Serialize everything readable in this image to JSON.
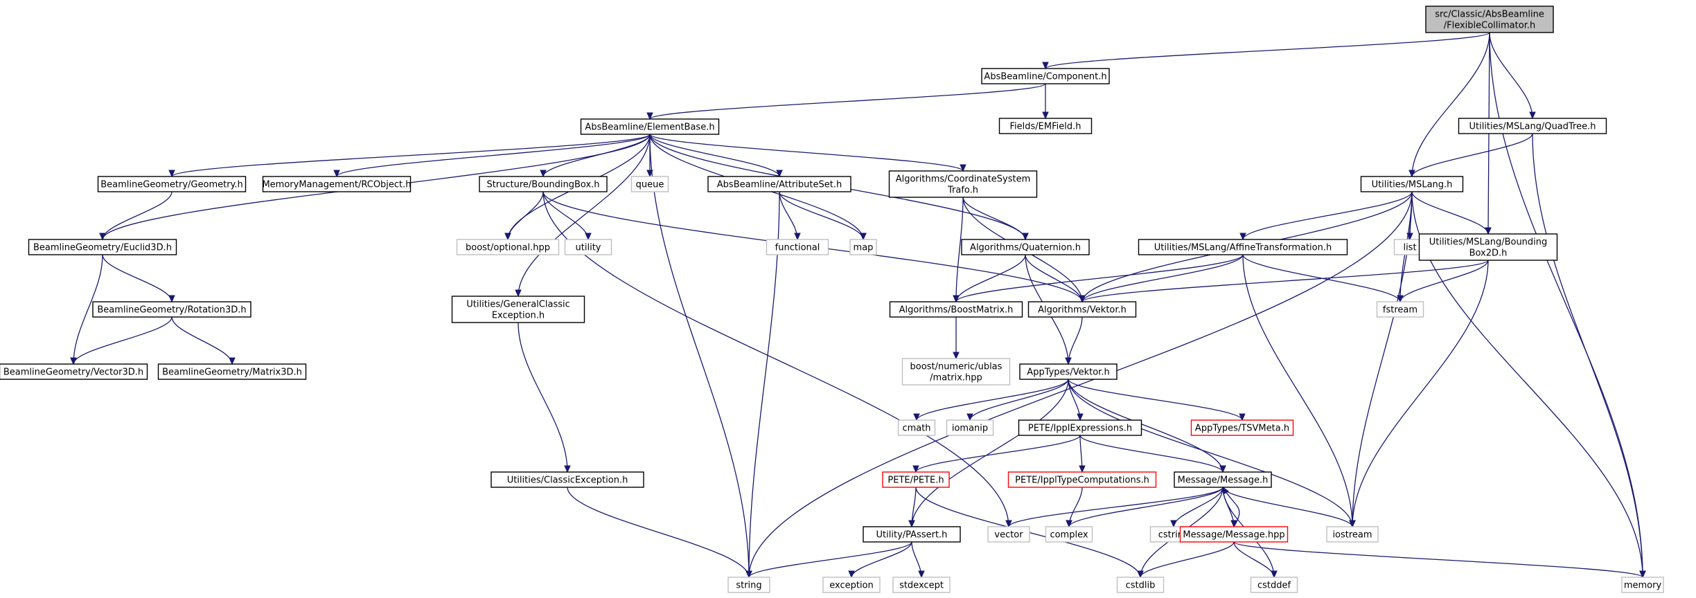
{
  "diagram": {
    "colors": {
      "edge": "#191970",
      "documented_border": "#000000",
      "external_border": "#bfbfbf",
      "missing_border": "#ff0000",
      "root_fill": "#bfbfbf"
    },
    "nodes": [
      {
        "id": "root",
        "lines": [
          "src/Classic/AbsBeamline",
          "/FlexibleCollimator.h"
        ],
        "kind": "root"
      },
      {
        "id": "component",
        "lines": [
          "AbsBeamline/Component.h"
        ],
        "kind": "doc"
      },
      {
        "id": "elementbase",
        "lines": [
          "AbsBeamline/ElementBase.h"
        ],
        "kind": "doc"
      },
      {
        "id": "emfield",
        "lines": [
          "Fields/EMField.h"
        ],
        "kind": "doc"
      },
      {
        "id": "quadtree",
        "lines": [
          "Utilities/MSLang/QuadTree.h"
        ],
        "kind": "doc"
      },
      {
        "id": "mslang",
        "lines": [
          "Utilities/MSLang.h"
        ],
        "kind": "doc"
      },
      {
        "id": "geometry",
        "lines": [
          "BeamlineGeometry/Geometry.h"
        ],
        "kind": "doc"
      },
      {
        "id": "rcobject",
        "lines": [
          "MemoryManagement/RCObject.h"
        ],
        "kind": "doc"
      },
      {
        "id": "boundingbox",
        "lines": [
          "Structure/BoundingBox.h"
        ],
        "kind": "doc"
      },
      {
        "id": "queue",
        "lines": [
          "queue"
        ],
        "kind": "ext"
      },
      {
        "id": "attributeset",
        "lines": [
          "AbsBeamline/AttributeSet.h"
        ],
        "kind": "doc"
      },
      {
        "id": "coordsys",
        "lines": [
          "Algorithms/CoordinateSystem",
          "Trafo.h"
        ],
        "kind": "doc"
      },
      {
        "id": "euclid3d",
        "lines": [
          "BeamlineGeometry/Euclid3D.h"
        ],
        "kind": "doc"
      },
      {
        "id": "optional",
        "lines": [
          "boost/optional.hpp"
        ],
        "kind": "ext"
      },
      {
        "id": "utility",
        "lines": [
          "utility"
        ],
        "kind": "ext"
      },
      {
        "id": "functional",
        "lines": [
          "functional"
        ],
        "kind": "ext"
      },
      {
        "id": "map",
        "lines": [
          "map"
        ],
        "kind": "ext"
      },
      {
        "id": "quaternion",
        "lines": [
          "Algorithms/Quaternion.h"
        ],
        "kind": "doc"
      },
      {
        "id": "affine",
        "lines": [
          "Utilities/MSLang/AffineTransformation.h"
        ],
        "kind": "doc"
      },
      {
        "id": "list",
        "lines": [
          "list"
        ],
        "kind": "ext"
      },
      {
        "id": "bbox2d",
        "lines": [
          "Utilities/MSLang/Bounding",
          "Box2D.h"
        ],
        "kind": "doc"
      },
      {
        "id": "rotation3d",
        "lines": [
          "BeamlineGeometry/Rotation3D.h"
        ],
        "kind": "doc"
      },
      {
        "id": "genclassexc",
        "lines": [
          "Utilities/GeneralClassic",
          "Exception.h"
        ],
        "kind": "doc"
      },
      {
        "id": "boostmatrix",
        "lines": [
          "Algorithms/BoostMatrix.h"
        ],
        "kind": "doc"
      },
      {
        "id": "algvektor",
        "lines": [
          "Algorithms/Vektor.h"
        ],
        "kind": "doc"
      },
      {
        "id": "fstream",
        "lines": [
          "fstream"
        ],
        "kind": "ext"
      },
      {
        "id": "vector3d",
        "lines": [
          "BeamlineGeometry/Vector3D.h"
        ],
        "kind": "doc"
      },
      {
        "id": "matrix3d",
        "lines": [
          "BeamlineGeometry/Matrix3D.h"
        ],
        "kind": "doc"
      },
      {
        "id": "ublas",
        "lines": [
          "boost/numeric/ublas",
          "/matrix.hpp"
        ],
        "kind": "ext"
      },
      {
        "id": "apptypesvektor",
        "lines": [
          "AppTypes/Vektor.h"
        ],
        "kind": "doc"
      },
      {
        "id": "cmath",
        "lines": [
          "cmath"
        ],
        "kind": "ext"
      },
      {
        "id": "iomanip",
        "lines": [
          "iomanip"
        ],
        "kind": "ext"
      },
      {
        "id": "ipplexpr",
        "lines": [
          "PETE/IpplExpressions.h"
        ],
        "kind": "doc"
      },
      {
        "id": "tsvmeta",
        "lines": [
          "AppTypes/TSVMeta.h"
        ],
        "kind": "missing"
      },
      {
        "id": "classexc",
        "lines": [
          "Utilities/ClassicException.h"
        ],
        "kind": "doc"
      },
      {
        "id": "pete",
        "lines": [
          "PETE/PETE.h"
        ],
        "kind": "missing"
      },
      {
        "id": "ippltype",
        "lines": [
          "PETE/IpplTypeComputations.h"
        ],
        "kind": "missing"
      },
      {
        "id": "message",
        "lines": [
          "Message/Message.h"
        ],
        "kind": "doc"
      },
      {
        "id": "passert",
        "lines": [
          "Utility/PAssert.h"
        ],
        "kind": "doc"
      },
      {
        "id": "vector",
        "lines": [
          "vector"
        ],
        "kind": "ext"
      },
      {
        "id": "complex",
        "lines": [
          "complex"
        ],
        "kind": "ext"
      },
      {
        "id": "cstring",
        "lines": [
          "cstring"
        ],
        "kind": "ext"
      },
      {
        "id": "messagehpp",
        "lines": [
          "Message/Message.hpp"
        ],
        "kind": "missing"
      },
      {
        "id": "iostream",
        "lines": [
          "iostream"
        ],
        "kind": "ext"
      },
      {
        "id": "string",
        "lines": [
          "string"
        ],
        "kind": "ext"
      },
      {
        "id": "exception",
        "lines": [
          "exception"
        ],
        "kind": "ext"
      },
      {
        "id": "stdexcept",
        "lines": [
          "stdexcept"
        ],
        "kind": "ext"
      },
      {
        "id": "cstdlib",
        "lines": [
          "cstdlib"
        ],
        "kind": "ext"
      },
      {
        "id": "cstddef",
        "lines": [
          "cstddef"
        ],
        "kind": "ext"
      },
      {
        "id": "memory",
        "lines": [
          "memory"
        ],
        "kind": "ext"
      }
    ],
    "edges": [
      [
        "root",
        "component"
      ],
      [
        "root",
        "mslang"
      ],
      [
        "root",
        "quadtree"
      ],
      [
        "root",
        "bbox2d"
      ],
      [
        "root",
        "memory"
      ],
      [
        "component",
        "elementbase"
      ],
      [
        "component",
        "emfield"
      ],
      [
        "elementbase",
        "geometry"
      ],
      [
        "elementbase",
        "rcobject"
      ],
      [
        "elementbase",
        "boundingbox"
      ],
      [
        "elementbase",
        "queue"
      ],
      [
        "elementbase",
        "attributeset"
      ],
      [
        "elementbase",
        "coordsys"
      ],
      [
        "elementbase",
        "euclid3d"
      ],
      [
        "elementbase",
        "optional"
      ],
      [
        "elementbase",
        "map"
      ],
      [
        "elementbase",
        "quaternion"
      ],
      [
        "elementbase",
        "genclassexc"
      ],
      [
        "elementbase",
        "string"
      ],
      [
        "quadtree",
        "mslang"
      ],
      [
        "quadtree",
        "memory"
      ],
      [
        "mslang",
        "string"
      ],
      [
        "mslang",
        "algvektor"
      ],
      [
        "mslang",
        "affine"
      ],
      [
        "mslang",
        "list"
      ],
      [
        "mslang",
        "bbox2d"
      ],
      [
        "mslang",
        "fstream"
      ],
      [
        "mslang",
        "iostream"
      ],
      [
        "mslang",
        "memory"
      ],
      [
        "geometry",
        "euclid3d"
      ],
      [
        "boundingbox",
        "optional"
      ],
      [
        "boundingbox",
        "utility"
      ],
      [
        "boundingbox",
        "algvektor"
      ],
      [
        "boundingbox",
        "vector"
      ],
      [
        "attributeset",
        "functional"
      ],
      [
        "attributeset",
        "map"
      ],
      [
        "attributeset",
        "string"
      ],
      [
        "coordsys",
        "quaternion"
      ],
      [
        "coordsys",
        "boostmatrix"
      ],
      [
        "coordsys",
        "algvektor"
      ],
      [
        "euclid3d",
        "rotation3d"
      ],
      [
        "euclid3d",
        "vector3d"
      ],
      [
        "rotation3d",
        "vector3d"
      ],
      [
        "rotation3d",
        "matrix3d"
      ],
      [
        "quaternion",
        "boostmatrix"
      ],
      [
        "quaternion",
        "algvektor"
      ],
      [
        "quaternion",
        "apptypesvektor"
      ],
      [
        "affine",
        "boostmatrix"
      ],
      [
        "affine",
        "algvektor"
      ],
      [
        "affine",
        "fstream"
      ],
      [
        "affine",
        "iostream"
      ],
      [
        "bbox2d",
        "algvektor"
      ],
      [
        "bbox2d",
        "fstream"
      ],
      [
        "bbox2d",
        "iostream"
      ],
      [
        "genclassexc",
        "classexc"
      ],
      [
        "boostmatrix",
        "ublas"
      ],
      [
        "algvektor",
        "apptypesvektor"
      ],
      [
        "apptypesvektor",
        "cmath"
      ],
      [
        "apptypesvektor",
        "iomanip"
      ],
      [
        "apptypesvektor",
        "ipplexpr"
      ],
      [
        "apptypesvektor",
        "tsvmeta"
      ],
      [
        "apptypesvektor",
        "message"
      ],
      [
        "apptypesvektor",
        "passert"
      ],
      [
        "apptypesvektor",
        "iostream"
      ],
      [
        "ipplexpr",
        "pete"
      ],
      [
        "ipplexpr",
        "ippltype"
      ],
      [
        "ipplexpr",
        "message"
      ],
      [
        "classexc",
        "string"
      ],
      [
        "pete",
        "passert"
      ],
      [
        "pete",
        "cstdlib"
      ],
      [
        "ippltype",
        "complex"
      ],
      [
        "message",
        "vector"
      ],
      [
        "message",
        "complex"
      ],
      [
        "message",
        "cstring"
      ],
      [
        "message",
        "messagehpp"
      ],
      [
        "message",
        "iostream"
      ],
      [
        "message",
        "cstdlib"
      ],
      [
        "message",
        "cstddef"
      ],
      [
        "messagehpp",
        "message"
      ],
      [
        "messagehpp",
        "cstdlib"
      ],
      [
        "messagehpp",
        "cstddef"
      ],
      [
        "messagehpp",
        "memory"
      ],
      [
        "passert",
        "string"
      ],
      [
        "passert",
        "exception"
      ],
      [
        "passert",
        "stdexcept"
      ]
    ]
  }
}
